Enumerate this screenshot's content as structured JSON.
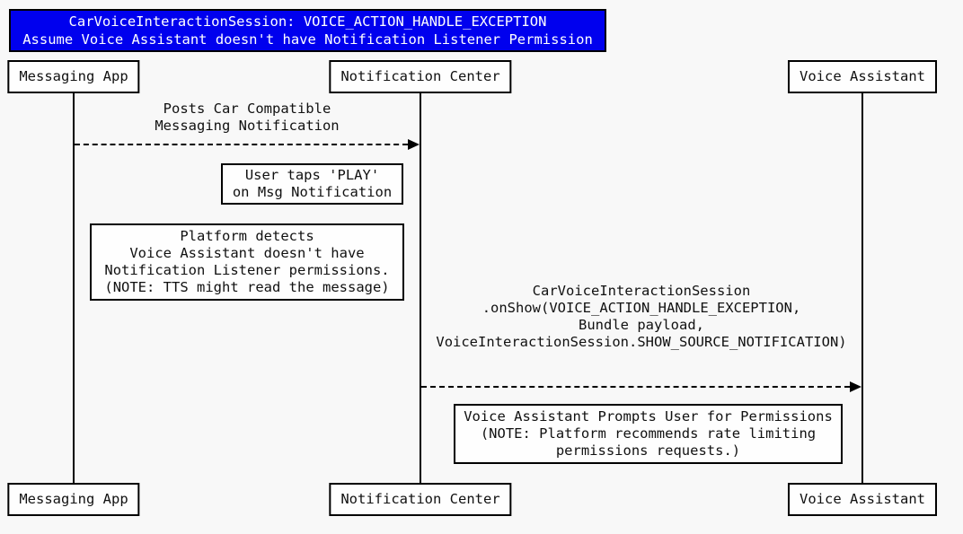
{
  "colors": {
    "background": "#f8f8f8",
    "title_bg": "#0000ee",
    "title_text": "#ffffff",
    "box_bg": "#fefefe",
    "line": "#000000"
  },
  "title": {
    "line1": "CarVoiceInteractionSession: VOICE_ACTION_HANDLE_EXCEPTION",
    "line2": "Assume Voice Assistant doesn't have Notification Listener Permission"
  },
  "actors": {
    "messaging_app": "Messaging App",
    "notification_center": "Notification Center",
    "voice_assistant": "Voice Assistant"
  },
  "messages": [
    {
      "from": "Messaging App",
      "to": "Notification Center",
      "arrow_style": "dashed",
      "label": "Posts Car Compatible\nMessaging Notification"
    },
    {
      "from": "Notification Center",
      "to": "Voice Assistant",
      "arrow_style": "dashed",
      "label": "CarVoiceInteractionSession\n.onShow(VOICE_ACTION_HANDLE_EXCEPTION,\nBundle payload,\nVoiceInteractionSession.SHOW_SOURCE_NOTIFICATION)"
    }
  ],
  "notes": [
    {
      "text": "User taps 'PLAY'\non Msg Notification"
    },
    {
      "text": "Platform detects\nVoice Assistant doesn't have\nNotification Listener permissions.\n(NOTE: TTS might read the message)"
    },
    {
      "text": "Voice Assistant Prompts User for Permissions\n(NOTE: Platform recommends rate limiting\npermissions requests.)"
    }
  ]
}
